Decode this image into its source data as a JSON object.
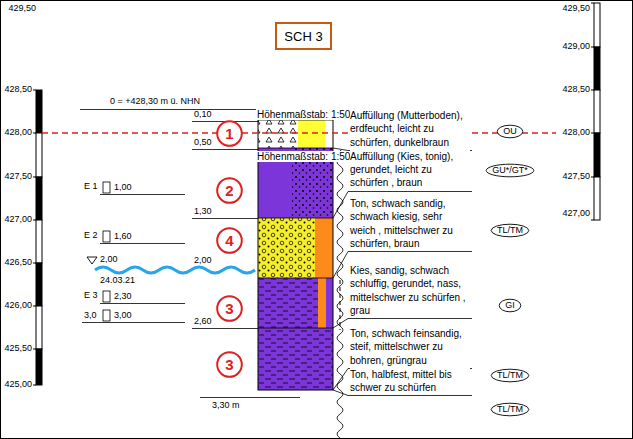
{
  "diagram": {
    "nodes": [
      {
        "text": [
          "SCH 3"
        ]
      },
      {
        "text": [
          "1"
        ]
      },
      {
        "text": [
          "2"
        ]
      },
      {
        "text": [
          "4"
        ]
      },
      {
        "text": [
          "3"
        ]
      },
      {
        "text": [
          "3"
        ]
      },
      {
        "text": [
          "OU"
        ]
      },
      {
        "text": [
          "GU*/GT*"
        ]
      },
      {
        "text": [
          "TL/TM"
        ]
      },
      {
        "text": [
          "GI"
        ]
      },
      {
        "text": [
          "TL/TM"
        ]
      },
      {
        "text": [
          "TL/TM"
        ]
      }
    ],
    "labels": [
      "429,50",
      "428,50",
      "428,00",
      "427,50",
      "427,00",
      "426,50",
      "426,00",
      "425,50",
      "425,00",
      "429,50",
      "429,00",
      "428,50",
      "428,00",
      "427,50",
      "427,00",
      "0 = +428,30 m ü. NHN",
      "0,10",
      "0,50",
      "Höhenmaßstab: 1:50",
      "Höhenmaßstab: 1:50",
      "E 1",
      "1,00",
      "1,30",
      "E 2",
      "1,60",
      "2,00",
      "2,00",
      "24.03.21",
      "E 3",
      "2,30",
      "2,60",
      "3,0",
      "3,00",
      "3,30 m",
      "Auffüllung (Mutterboden), erdfeucht, leicht zu schürfen, dunkelbraun",
      "Auffüllung (Kies, tonig), gerundet, leicht zu schürfen , braun",
      "Ton, schwach sandig, schwach kiesig, sehr weich , mittelschwer zu schürfen, braun",
      "Kies, sandig, schwach schluffig, gerundet, nass, mittelschwer zu schürfen , grau",
      "Ton, schwach feinsandig, steif, mittelschwer zu bohren, grüngrau",
      "Ton, halbfest, mittel bis schwer zu schürfen"
    ]
  }
}
